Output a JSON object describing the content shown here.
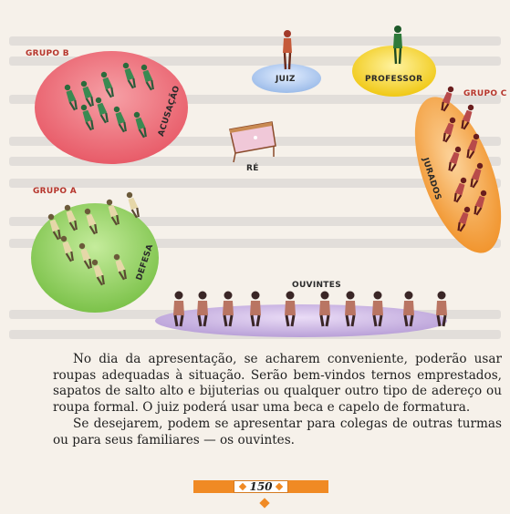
{
  "diagram": {
    "groups": [
      {
        "id": "grupo_b",
        "label": "GRUPO B",
        "role": "ACUSAÇÃO"
      },
      {
        "id": "grupo_a",
        "label": "GRUPO A",
        "role": "DEFESA"
      },
      {
        "id": "grupo_c",
        "label": "GRUPO C",
        "role": "JURADOS"
      }
    ],
    "juiz": "JUIZ",
    "professor": "PROFESSOR",
    "re": "RÉ",
    "ouvintes": "OUVINTES",
    "colors": {
      "grupo_b_disc": "#ea6e79",
      "grupo_a_disc": "#8fcf63",
      "grupo_c_disc": "#f2a84a",
      "juiz_disc": "#a9c6ee",
      "professor_disc": "#f6d52b",
      "ouvintes_disc": "#c9b3e0",
      "label_red": "#b6362d"
    }
  },
  "body": {
    "paragraphs": [
      "No dia da apresentação, se acharem conveniente, poderão usar roupas adequadas à situação. Serão bem-vindos ternos emprestados, sapatos de salto alto e bijuterias ou qualquer outro tipo de adereço ou roupa formal. O juiz poderá usar uma beca e capelo de formatura.",
      "Se desejarem, podem se apresentar para colegas de outras turmas ou para seus familiares — os ouvintes."
    ]
  },
  "page_number": "150"
}
